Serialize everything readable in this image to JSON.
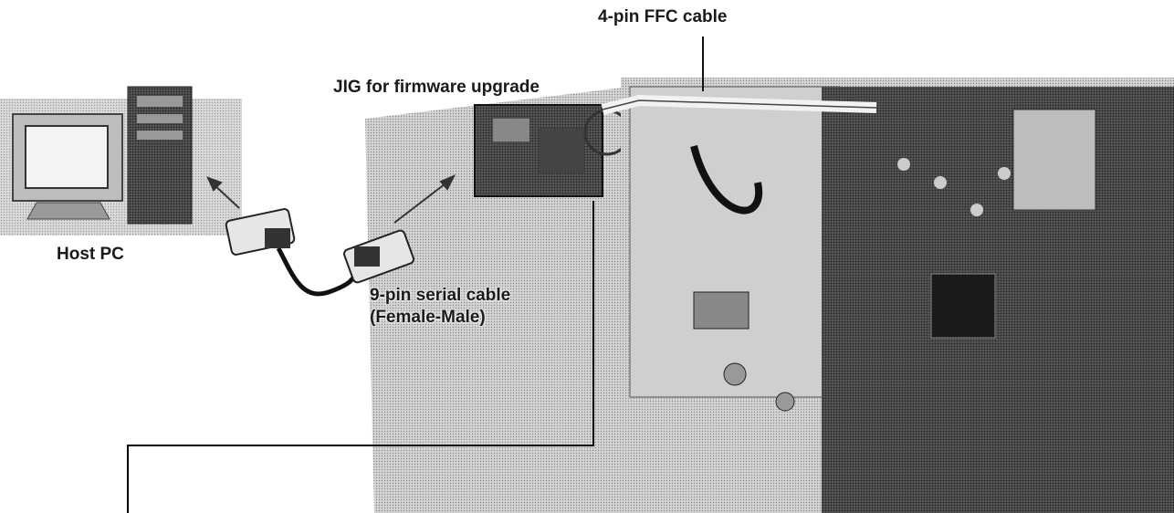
{
  "labels": {
    "ffc_cable": "4-pin FFC cable",
    "jig": "JIG for firmware upgrade",
    "host_pc": "Host PC",
    "serial_cable_line1": "9-pin serial cable",
    "serial_cable_line2": "(Female-Male)"
  },
  "colors": {
    "background": "#ffffff",
    "photo_gray": "#c8c8c8",
    "board_dark": "#2a2a2a",
    "cable_white": "#f2f2f2",
    "leader_line": "#000000"
  }
}
